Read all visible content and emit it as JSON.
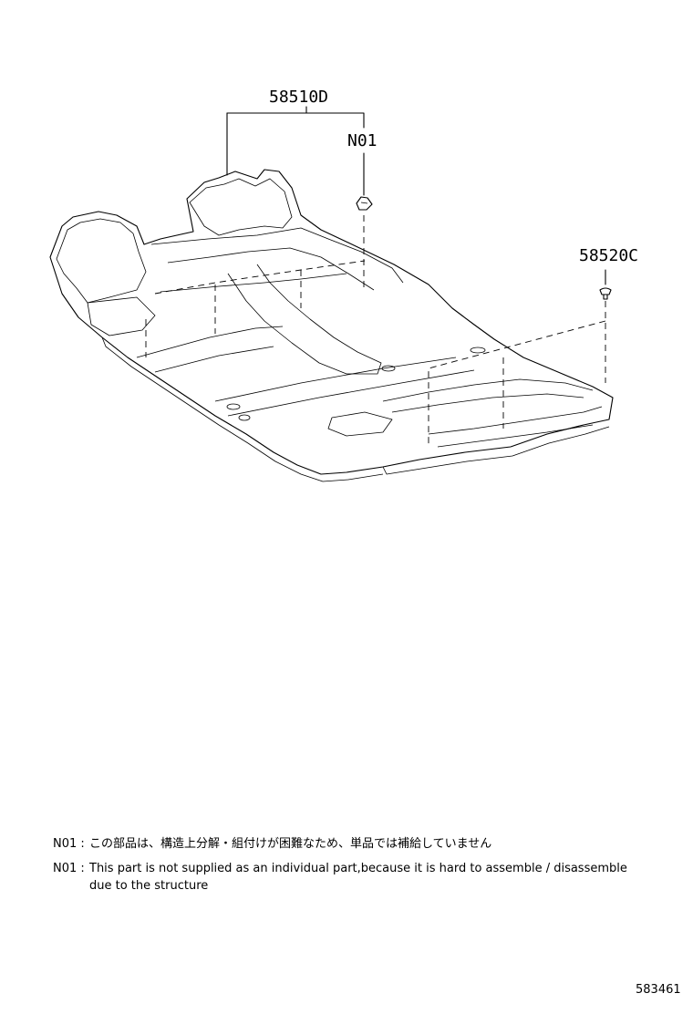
{
  "callouts": {
    "floor_carpet": "58510D",
    "note_ref": "N01",
    "clip": "58520C"
  },
  "notes": [
    {
      "tag": "N01 :",
      "text": "この部品は、構造上分解・組付けが困難なため、単品では補給していません"
    },
    {
      "tag": "N01 :",
      "text": "This part is not supplied as an individual part,because it is hard to assemble / disassemble",
      "continuation": "due to the structure"
    }
  ],
  "illustration_id": "583461"
}
